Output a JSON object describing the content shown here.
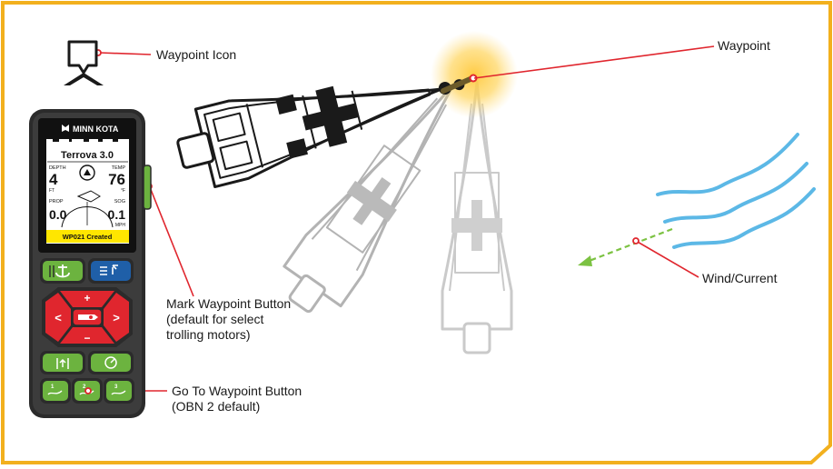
{
  "diagram": {
    "labels": {
      "waypoint_icon": "Waypoint Icon",
      "waypoint": "Waypoint",
      "wind_current": "Wind/Current",
      "mark_waypoint": [
        "Mark Waypoint Button",
        "(default for select",
        "trolling motors)"
      ],
      "go_to_waypoint": [
        "Go To Waypoint Button",
        "(OBN 2 default)"
      ]
    },
    "remote": {
      "brand": "MINN KOTA",
      "model": "Terrova 3.0",
      "depth_label": "DEPTH",
      "depth_value": "4",
      "depth_unit": "FT",
      "temp_label": "TEMP",
      "temp_value": "76",
      "temp_unit": "°F",
      "prop_label": "PROP",
      "prop_value": "0.0",
      "sog_label": "SOG",
      "sog_value": "0.1",
      "sog_unit": "MPH",
      "status": "WP021 Created",
      "buttons": {
        "plus": "+",
        "minus": "−",
        "left": "<",
        "right": ">",
        "obn1": "1",
        "obn2": "2",
        "obn3": "3"
      }
    },
    "colors": {
      "frame": "#f2b01e",
      "leader": "#e0262e",
      "remote_green": "#6cb33f",
      "remote_red": "#e0262e",
      "remote_blue": "#1f5fa8",
      "status_yellow": "#ffe600",
      "wind": "#5cb8e6",
      "arrow": "#7cc242",
      "glow": "#ffc93c"
    },
    "icons": [
      "waypoint-marker-icon",
      "anchor-icon",
      "menu-back-icon",
      "motor-icon",
      "cruise-icon",
      "heading-lock-icon",
      "obn-icon",
      "gps-icon",
      "battery-icon"
    ]
  }
}
